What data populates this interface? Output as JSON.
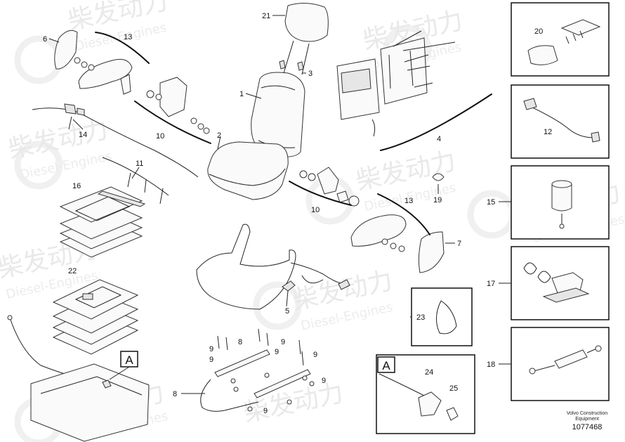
{
  "watermark": {
    "cn": "柴发动力",
    "en": "Diesel-Engines"
  },
  "callouts": [
    "1",
    "2",
    "3",
    "4",
    "5",
    "6",
    "7",
    "8",
    "9",
    "10",
    "11",
    "12",
    "13",
    "14",
    "15",
    "16",
    "17",
    "18",
    "19",
    "20",
    "21",
    "22",
    "23",
    "24",
    "25"
  ],
  "detail_marker": "A",
  "footer": {
    "brand_line1": "Volvo Construction",
    "brand_line2": "Equipment",
    "doc_number": "1077468"
  }
}
